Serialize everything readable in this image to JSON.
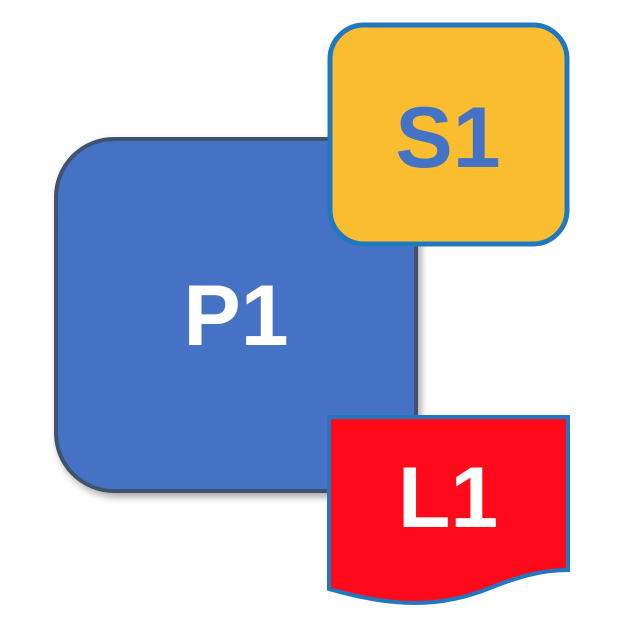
{
  "shapes": {
    "p1": {
      "label": "P1",
      "fill": "#4472C4",
      "stroke": "#41526B",
      "text_color": "#FFFFFF"
    },
    "s1": {
      "label": "S1",
      "fill": "#FBBD30",
      "stroke": "#1F78C0",
      "text_color": "#4472C4"
    },
    "l1": {
      "label": "L1",
      "fill": "#FF0A1A",
      "stroke": "#1F78C0",
      "text_color": "#FFFFFF"
    }
  }
}
